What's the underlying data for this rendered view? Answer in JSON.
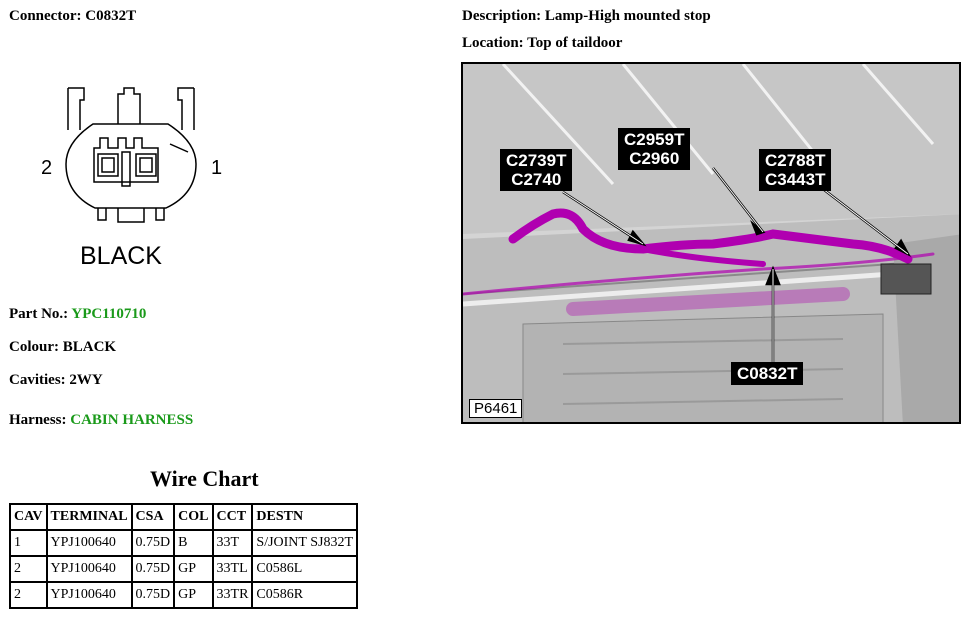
{
  "connector": {
    "label": "Connector:",
    "value": "C0832T"
  },
  "description": {
    "label": "Description:",
    "value": "Lamp-High mounted stop"
  },
  "location": {
    "label": "Location:",
    "value": "Top of taildoor"
  },
  "connector_figure": {
    "pin_left": "2",
    "pin_right": "1",
    "colour_text": "BLACK"
  },
  "part_no": {
    "label": "Part No.:",
    "value": "YPC110710"
  },
  "colour": {
    "label": "Colour:",
    "value": "BLACK"
  },
  "cavities": {
    "label": "Cavities:",
    "value": "2WY"
  },
  "harness": {
    "label": "Harness:",
    "value": "CABIN HARNESS"
  },
  "photo": {
    "id": "P6461",
    "callouts": [
      {
        "lines": [
          "C2739T",
          "C2740"
        ]
      },
      {
        "lines": [
          "C2959T",
          "C2960"
        ]
      },
      {
        "lines": [
          "C2788T",
          "C3443T"
        ]
      },
      {
        "lines": [
          "C0832T"
        ]
      }
    ]
  },
  "wire_chart": {
    "title": "Wire Chart",
    "headers": [
      "CAV",
      "TERMINAL",
      "CSA",
      "COL",
      "CCT",
      "DESTN"
    ],
    "rows": [
      [
        "1",
        "YPJ100640",
        "0.75D",
        "B",
        "33T",
        "S/JOINT SJ832T"
      ],
      [
        "2",
        "YPJ100640",
        "0.75D",
        "GP",
        "33TL",
        "C0586L"
      ],
      [
        "2",
        "YPJ100640",
        "0.75D",
        "GP",
        "33TR",
        "C0586R"
      ]
    ]
  },
  "colors": {
    "harness_highlight": "#b000b0",
    "green_text": "#1a9a1a"
  }
}
